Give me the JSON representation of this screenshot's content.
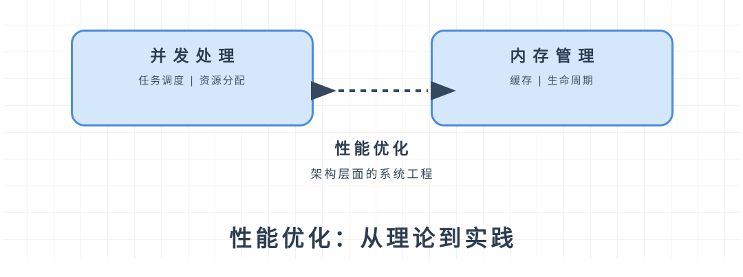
{
  "diagram": {
    "nodes": [
      {
        "id": "concurrency",
        "title": "并发处理",
        "subtitle": "任务调度 | 资源分配"
      },
      {
        "id": "memory",
        "title": "内存管理",
        "subtitle": "缓存 | 生命周期"
      }
    ],
    "connector": {
      "type": "dashed-arrow",
      "from": "concurrency",
      "to": "memory",
      "label": "性能优化",
      "sublabel": "架构层面的系统工程"
    },
    "title": "性能优化：从理论到实践"
  },
  "colors": {
    "background": "#ffffff",
    "grid_line": "#f5f1ef",
    "node_fill": "#d5e7fb",
    "node_border": "#4a8bd9",
    "arrow": "#35495e",
    "text_dark": "#2c3d50",
    "text_secondary": "#3e5266"
  }
}
